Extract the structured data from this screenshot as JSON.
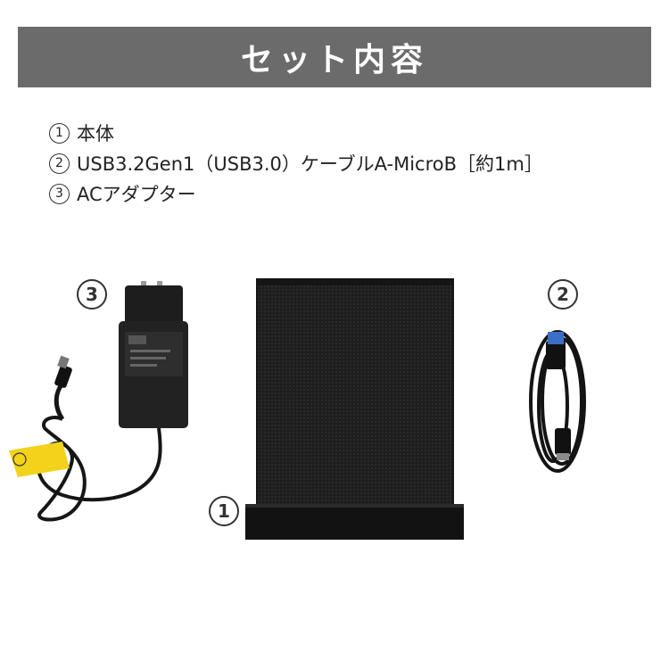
{
  "header": {
    "title": "セット内容"
  },
  "items": [
    {
      "number": "1",
      "text": "本体"
    },
    {
      "number": "2",
      "text": "USB3.2Gen1（USB3.0）ケーブルA-MicroB［約1m］"
    },
    {
      "number": "3",
      "text": "ACアダプター"
    }
  ],
  "callouts": {
    "main_unit": "1",
    "cable": "2",
    "adapter": "3"
  },
  "colors": {
    "header_bg": "#6b6b6b",
    "device": "#1c1c1c",
    "label_tag": "#f2d21a"
  },
  "icons": [
    "hdd-unit-image",
    "usb-cable-image",
    "ac-adapter-image"
  ]
}
